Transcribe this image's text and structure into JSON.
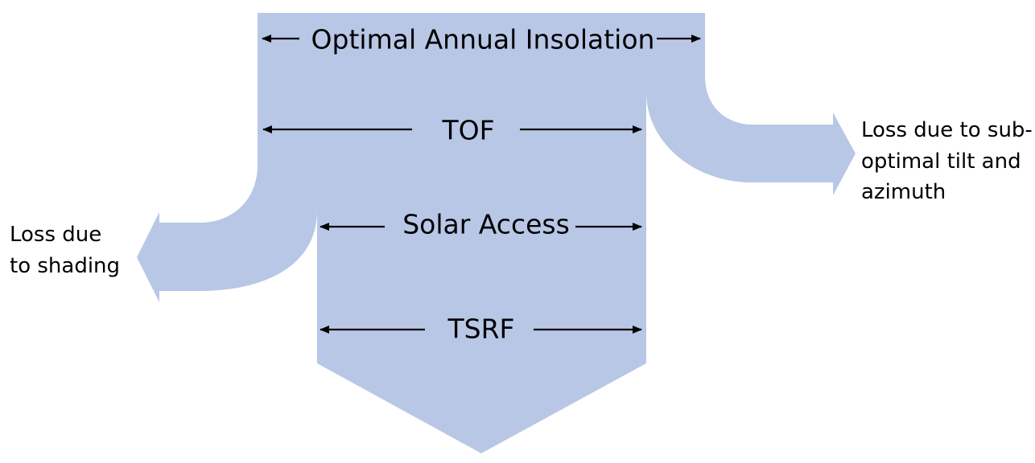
{
  "colors": {
    "flow": "#b8c7e6",
    "text": "#000000",
    "background": "#ffffff"
  },
  "labels": {
    "optimal": "Optimal Annual Insolation",
    "tof": "TOF",
    "solar_access": "Solar Access",
    "tsrf": "TSRF"
  },
  "losses": {
    "tilt_azimuth": {
      "lines": [
        "Loss due to sub-",
        "optimal tilt and",
        "azimuth"
      ]
    },
    "shading": {
      "lines": [
        "Loss due",
        "to shading"
      ]
    }
  }
}
